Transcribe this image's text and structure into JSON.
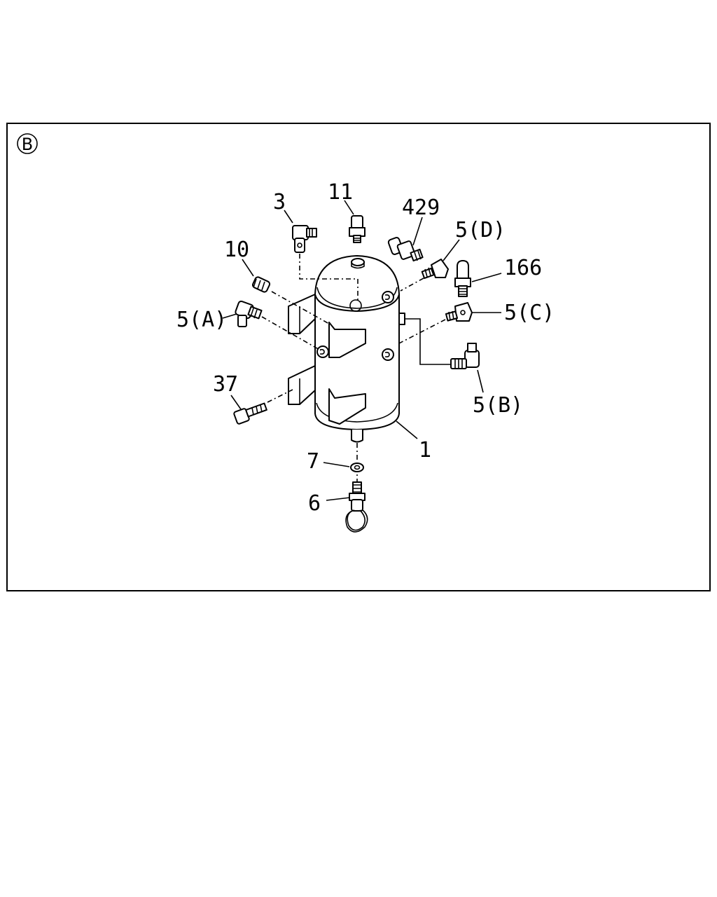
{
  "section_marker": "B",
  "parts": [
    {
      "id": "air-tank",
      "label": "1"
    },
    {
      "id": "elbow-3",
      "label": "3"
    },
    {
      "id": "plug-10",
      "label": "10"
    },
    {
      "id": "valve-11",
      "label": "11"
    },
    {
      "id": "fitting-429",
      "label": "429"
    },
    {
      "id": "fitting-5d",
      "label": "5(D)"
    },
    {
      "id": "sensor-166",
      "label": "166"
    },
    {
      "id": "elbow-5a",
      "label": "5(A)"
    },
    {
      "id": "fitting-5c",
      "label": "5(C)"
    },
    {
      "id": "elbow-5b",
      "label": "5(B)"
    },
    {
      "id": "bolt-37",
      "label": "37"
    },
    {
      "id": "washer-7",
      "label": "7"
    },
    {
      "id": "drain-valve-6",
      "label": "6"
    }
  ]
}
